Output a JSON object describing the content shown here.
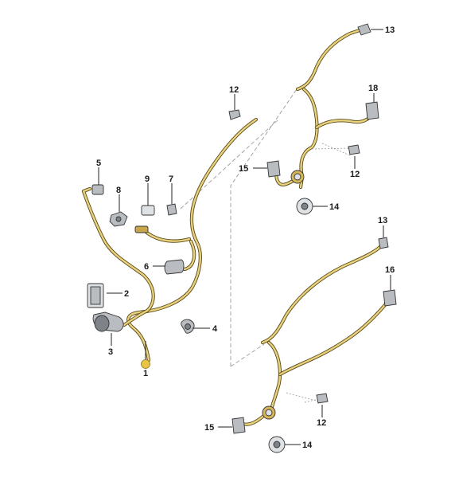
{
  "callouts": {
    "c1": "1",
    "c2": "2",
    "c3": "3",
    "c4": "4",
    "c5": "5",
    "c6": "6",
    "c7": "7",
    "c8": "8",
    "c9": "9",
    "c12a": "12",
    "c12b": "12",
    "c12c": "12",
    "c13a": "13",
    "c13b": "13",
    "c14a": "14",
    "c14b": "14",
    "c15a": "15",
    "c15b": "15",
    "c16": "16",
    "c18": "18"
  },
  "colors": {
    "hose_fill": "#e9d27e",
    "hose_outline": "#5a4a18",
    "highlight_marker": "#e8c447",
    "part_grey": "#b9bdc2",
    "text": "#1a1a1a"
  }
}
